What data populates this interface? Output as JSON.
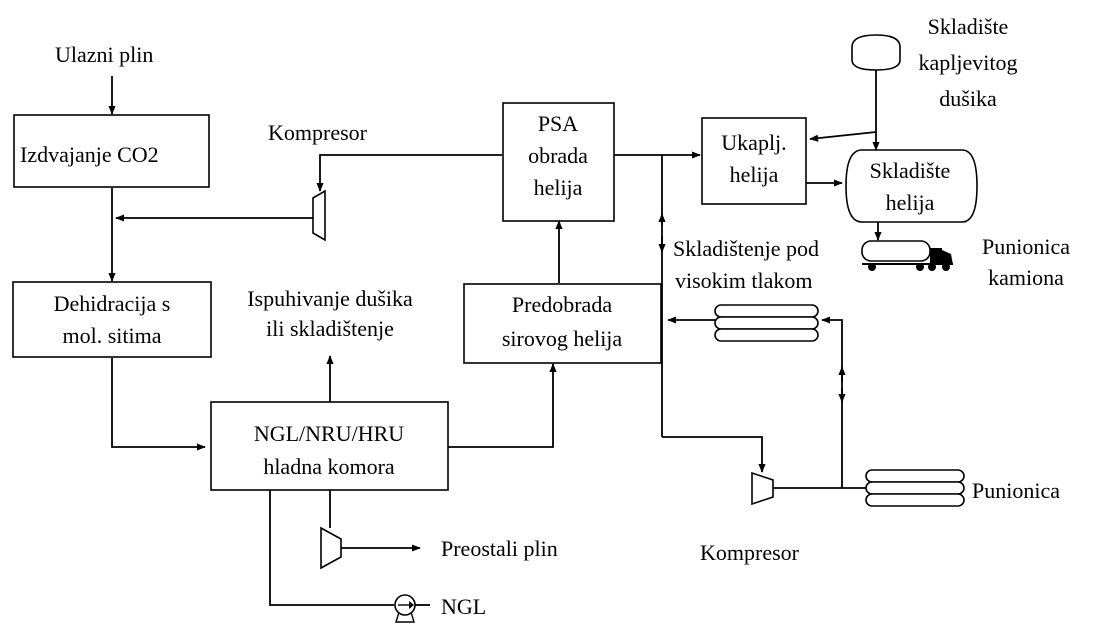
{
  "labels": {
    "ulazni_plin": "Ulazni plin",
    "izdvajanje_co2": "Izdvajanje CO2",
    "kompresor_top": "Kompresor",
    "psa_1": "PSA",
    "psa_2": "obrada",
    "psa_3": "helija",
    "ukaplj_1": "Ukaplj.",
    "ukaplj_2": "helija",
    "skladiste_dusika_1": "Skladište",
    "skladiste_dusika_2": "kapljevitog",
    "skladiste_dusika_3": "dušika",
    "skladiste_helija_1": "Skladište",
    "skladiste_helija_2": "helija",
    "dehidracija_1": "Dehidracija s",
    "dehidracija_2": "mol. sitima",
    "ispuhivanje_1": "Ispuhivanje dušika",
    "ispuhivanje_2": "ili skladištenje",
    "predobrada_1": "Predobrada",
    "predobrada_2": "sirovog helija",
    "skladistenje_pod_1": "Skladištenje pod",
    "skladistenje_pod_2": "visokim tlakom",
    "punionica_kamiona_1": "Punionica",
    "punionica_kamiona_2": "kamiona",
    "ngl_box_1": "NGL/NRU/HRU",
    "ngl_box_2": "hladna komora",
    "preostali_plin": "Preostali plin",
    "ngl": "NGL",
    "kompresor_bottom": "Kompresor",
    "punionica": "Punionica"
  }
}
